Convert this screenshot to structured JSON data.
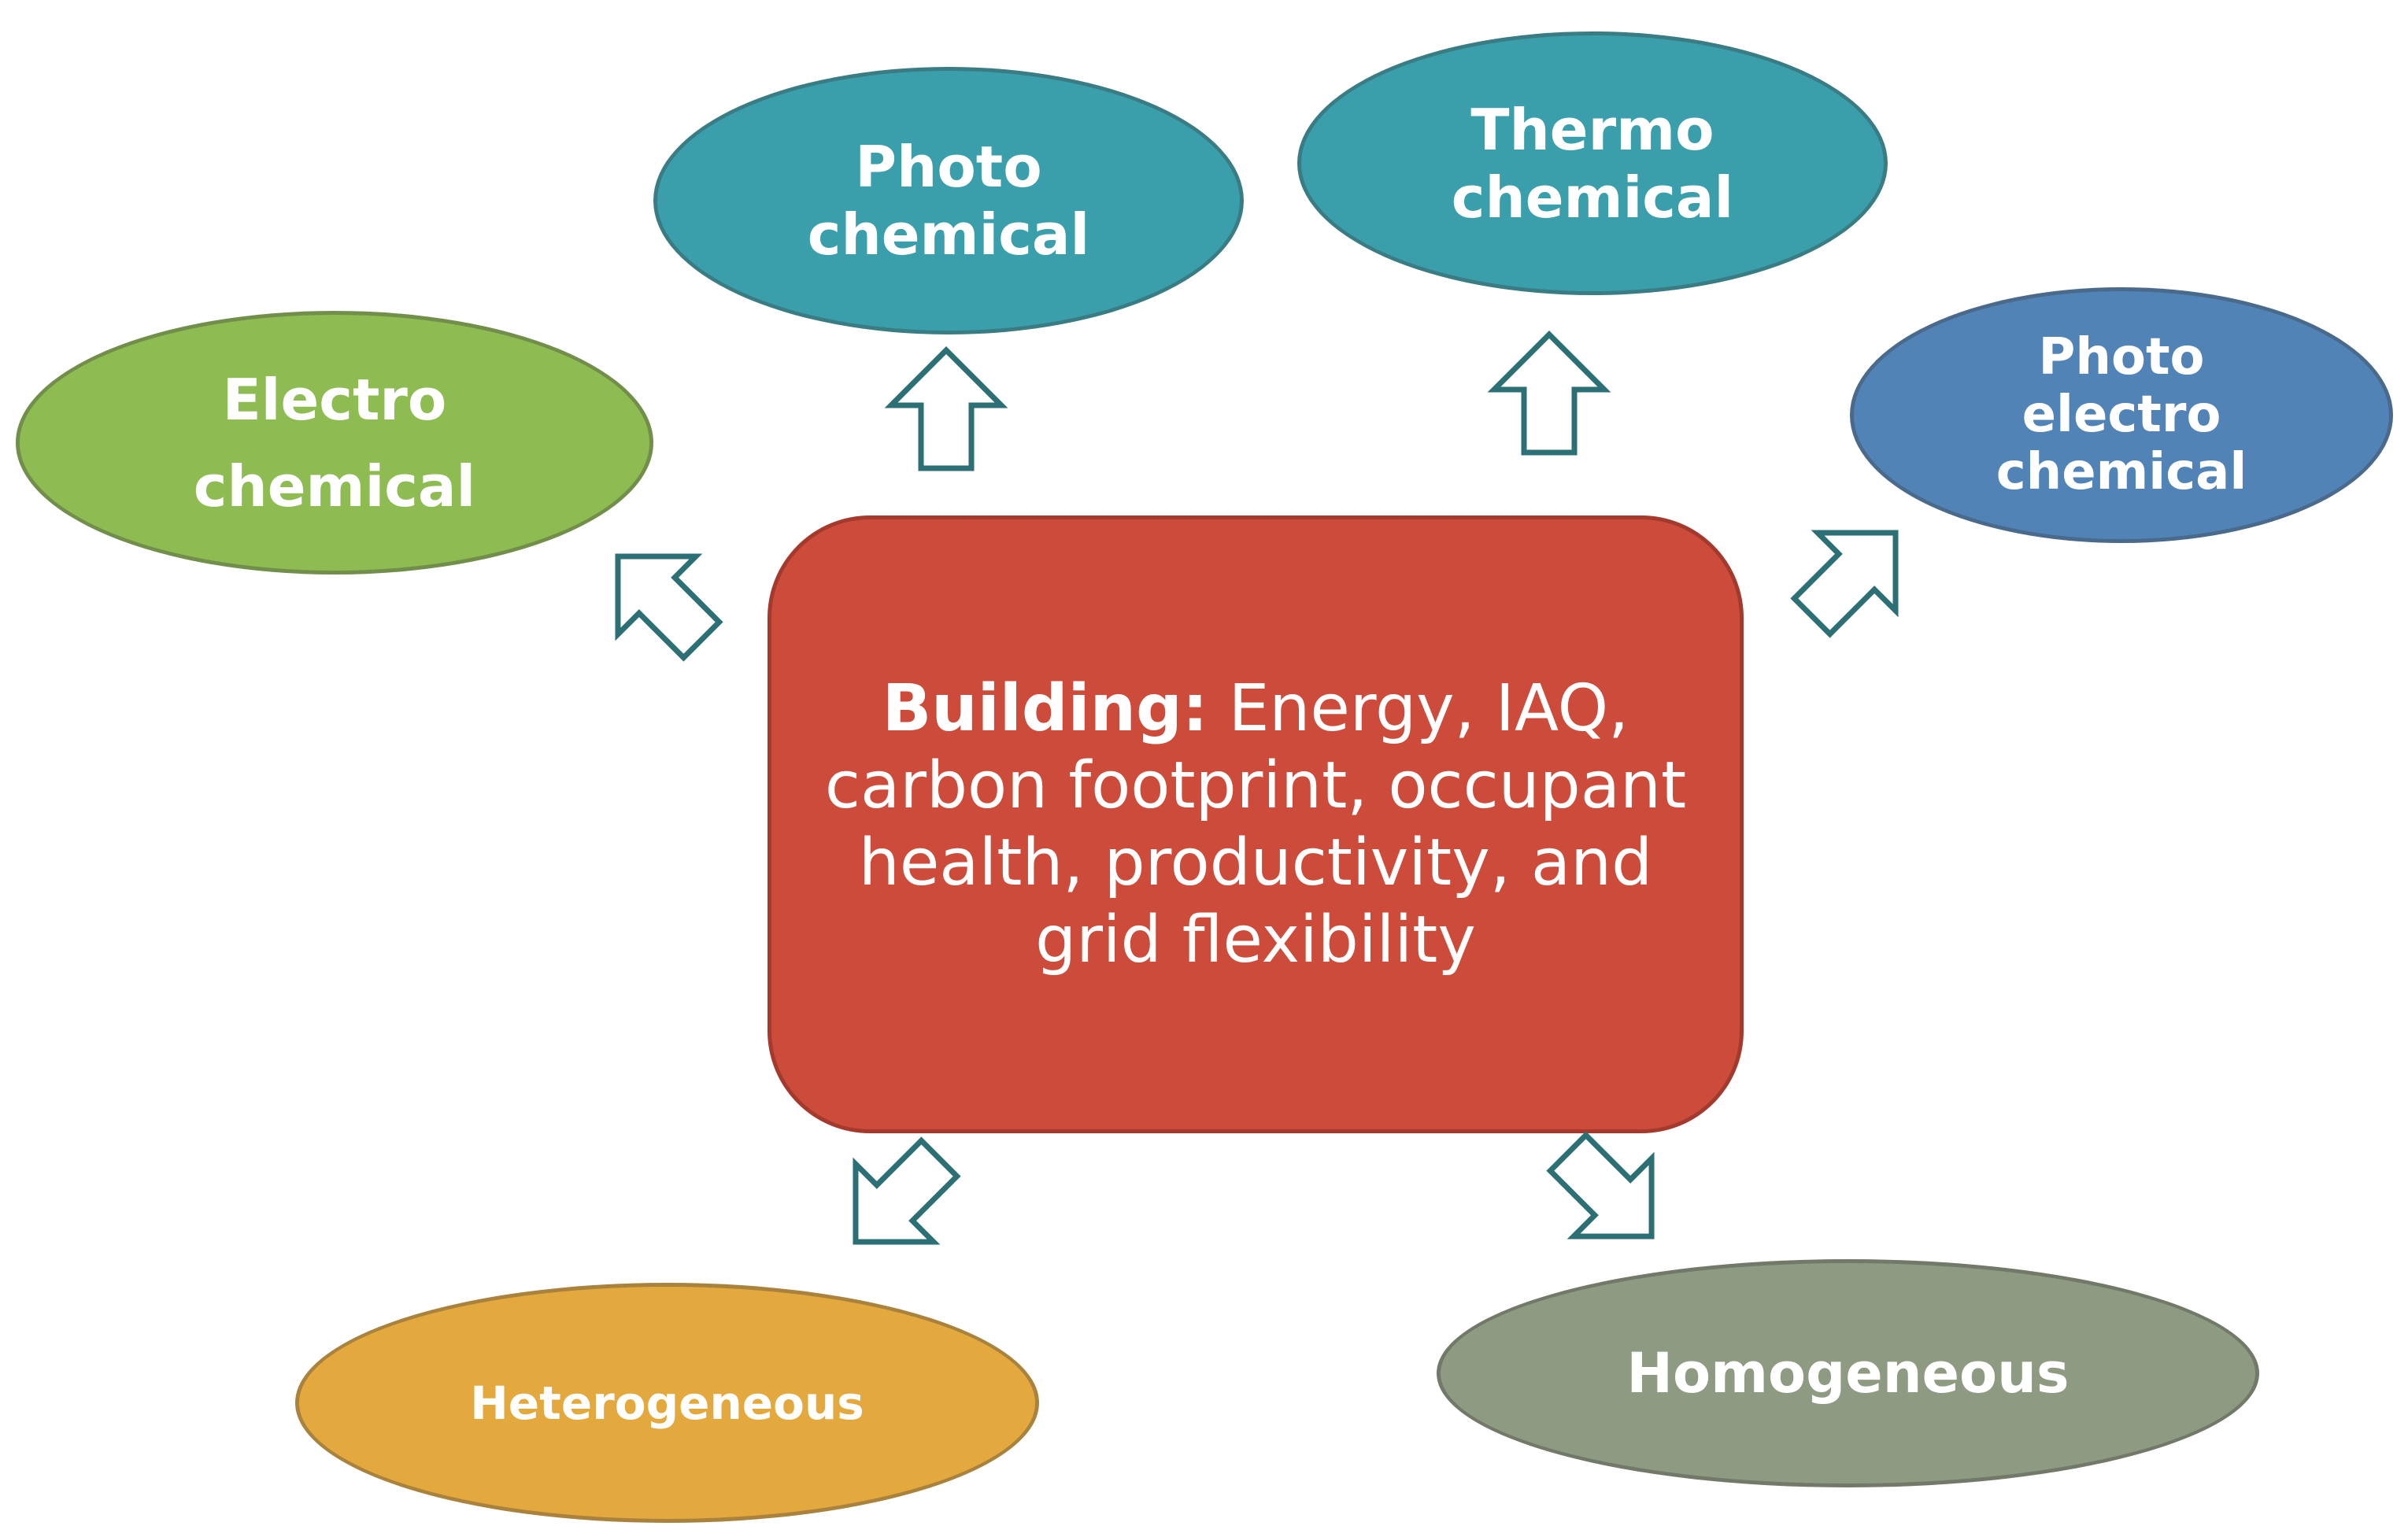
{
  "colors": {
    "photo_chemical": "#3a9fab",
    "thermo_chemical": "#3a9fab",
    "electro_chemical": "#8fbb53",
    "photo_electro_chemical": "#5283b7",
    "heterogeneous": "#e4a93e",
    "homogeneous": "#8f9a82",
    "center": "#cc4b3b",
    "arrow_stroke": "#2c6f74"
  },
  "nodes": {
    "photo_chemical": "Photo\nchemical",
    "thermo_chemical": "Thermo\nchemical",
    "electro_chemical": "Electro\nchemical",
    "photo_electro_chemical": "Photo\nelectro\nchemical",
    "heterogeneous": "Heterogeneous",
    "homogeneous": "Homogeneous"
  },
  "center": {
    "label": "Building:",
    "text": "Energy, IAQ, carbon footprint, occupant health, productivity, and grid flexibility"
  }
}
